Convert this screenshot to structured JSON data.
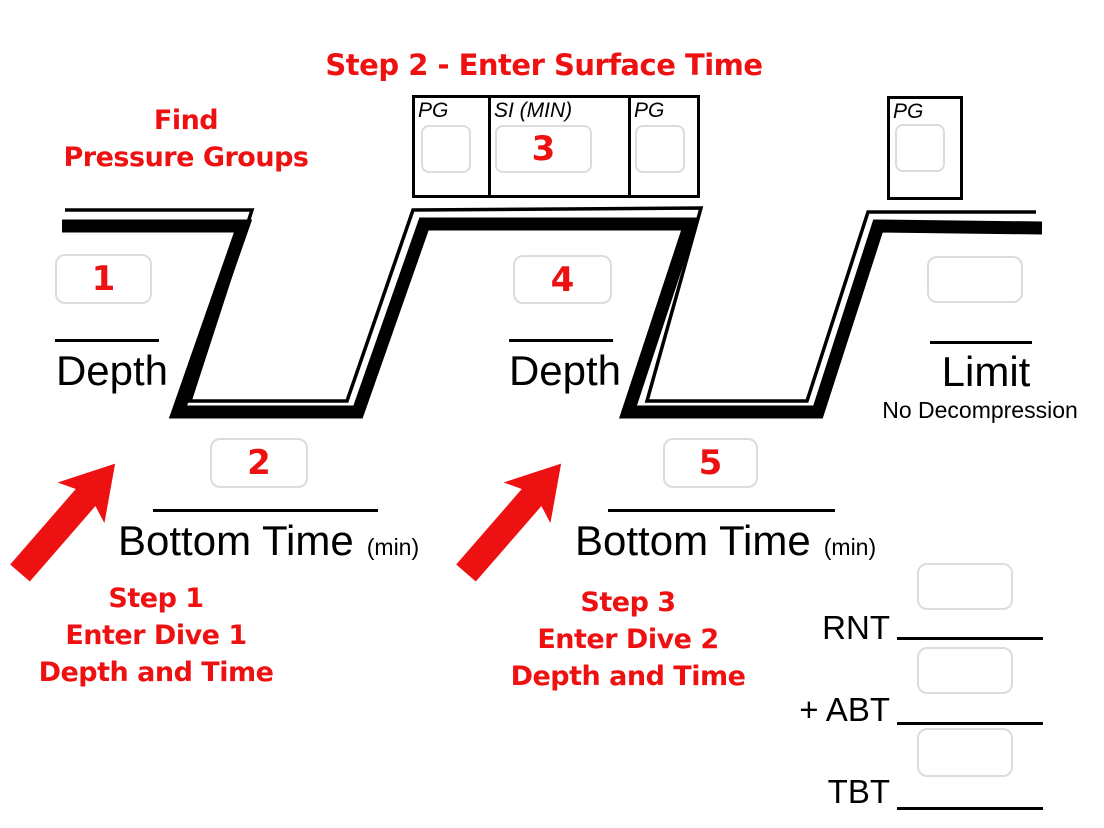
{
  "header": {
    "title": "Step 2 - Enter Surface Time"
  },
  "annotations": {
    "find_pg": [
      "Find",
      "Pressure Groups"
    ],
    "step1": [
      "Step 1",
      "Enter Dive 1",
      "Depth and Time"
    ],
    "step3": [
      "Step 3",
      "Enter Dive 2",
      "Depth and Time"
    ]
  },
  "pg_table": {
    "cell1_label": "PG",
    "cell1_value": "",
    "cell2_label": "SI (MIN)",
    "cell2_value": "3",
    "cell3_label": "PG",
    "cell3_value": ""
  },
  "pg_right": {
    "label": "PG",
    "value": ""
  },
  "dive1": {
    "depth_value": "1",
    "depth_label": "Depth",
    "time_value": "2",
    "time_label": "Bottom Time",
    "time_unit": "(min)"
  },
  "dive2": {
    "depth_value": "4",
    "depth_label": "Depth",
    "time_value": "5",
    "time_label": "Bottom Time",
    "time_unit": "(min)"
  },
  "ndl": {
    "value": "",
    "label": "Limit",
    "sublabel": "No Decompression"
  },
  "summary": {
    "rnt_label": "RNT",
    "rnt_value": "",
    "abt_label": "+ ABT",
    "abt_value": "",
    "tbt_label": "TBT",
    "tbt_value": ""
  },
  "colors": {
    "accent_red": "#ee1111",
    "line_black": "#000000",
    "box_border": "#dcdcdc"
  }
}
